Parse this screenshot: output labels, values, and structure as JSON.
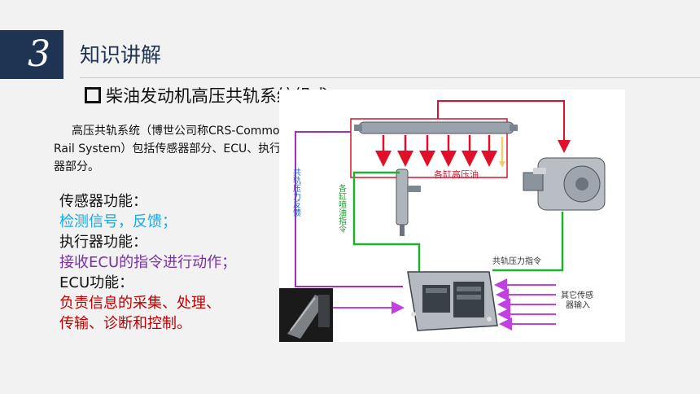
{
  "header": {
    "number": "3",
    "title": "知识讲解"
  },
  "subtitle": "柴油发动机高压共轨系统组成:",
  "intro": "高压共轨系统（博世公司称CRS-Common Rail System）包括传感器部分、ECU、执行器部分。",
  "functions": {
    "sensor_title": "传感器功能：",
    "sensor_desc": "检测信号，反馈；",
    "actuator_title": "执行器功能：",
    "actuator_desc": "接收ECU的指令进行动作；",
    "ecu_title": "ECU功能：",
    "ecu_desc1": "负责信息的采集、处理、",
    "ecu_desc2": "传输、诊断和控制。"
  },
  "diagram": {
    "rail_label": "各缸高压油",
    "feedback_label": "共轨压力反馈",
    "injector_label": "各缸喷油指令",
    "pressure_cmd_label": "共轨压力指令",
    "other_sensors_label1": "其它传感",
    "other_sensors_label2": "器输入"
  },
  "colors": {
    "navy": "#1f3452",
    "blue": "#1ba8e0",
    "purple": "#7a2fa8",
    "red": "#c00000"
  }
}
